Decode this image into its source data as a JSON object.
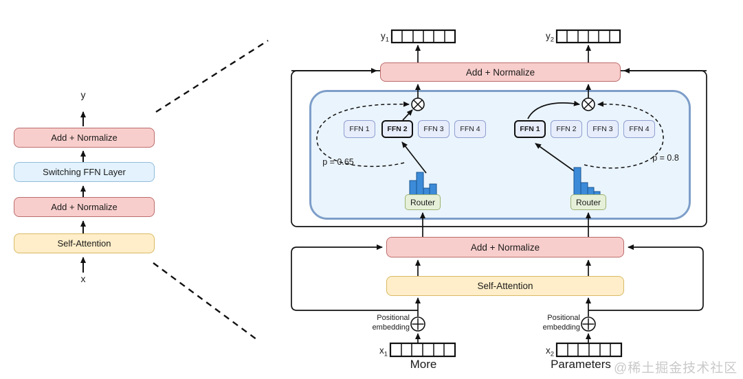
{
  "figure": {
    "left": {
      "output_label": "y",
      "input_label": "x",
      "blocks": [
        {
          "label": "Add + Normalize"
        },
        {
          "label": "Switching FFN Layer"
        },
        {
          "label": "Add + Normalize"
        },
        {
          "label": "Self-Attention"
        }
      ]
    },
    "right": {
      "outputs": [
        {
          "base": "y",
          "sub": "1"
        },
        {
          "base": "y",
          "sub": "2"
        }
      ],
      "top_add_normalize": "Add + Normalize",
      "switch_layer": {
        "left_expert_group": {
          "experts": [
            "FFN 1",
            "FFN 2",
            "FFN 3",
            "FFN 4"
          ],
          "selected": "FFN 2",
          "probability_label": "p = 0.65",
          "router_label": "Router",
          "router_distribution": [
            0.62,
            1.0,
            0.3,
            0.48
          ]
        },
        "right_expert_group": {
          "experts": [
            "FFN 1",
            "FFN 2",
            "FFN 3",
            "FFN 4"
          ],
          "selected": "FFN 1",
          "probability_label": "p = 0.8",
          "router_label": "Router",
          "router_distribution": [
            1.0,
            0.45,
            0.27,
            0.12
          ]
        }
      },
      "mid_add_normalize": "Add + Normalize",
      "self_attention": "Self-Attention",
      "positional_embedding": [
        "Positional",
        "embedding"
      ],
      "inputs": [
        {
          "base": "x",
          "sub": "1"
        },
        {
          "base": "x",
          "sub": "2"
        }
      ],
      "caption": {
        "left": "More",
        "right": "Parameters"
      }
    }
  },
  "watermark": "@稀土掘金技术社区",
  "colors": {
    "norm_fill": "#f8cecc",
    "norm_border": "#bb6b6b",
    "attention_fill": "#ffeec9",
    "attention_border": "#d8b964",
    "switch_fill": "#e3f2fd",
    "switch_border": "#90bcd9",
    "container_fill": "#eaf4fc",
    "container_border": "#7d9ec9",
    "expert_fill": "#e7edfb",
    "expert_border": "#8f9fd1",
    "router_fill": "#e6f0d9",
    "router_border": "#9cb272",
    "histogram_bar": "#3c8bd9"
  }
}
